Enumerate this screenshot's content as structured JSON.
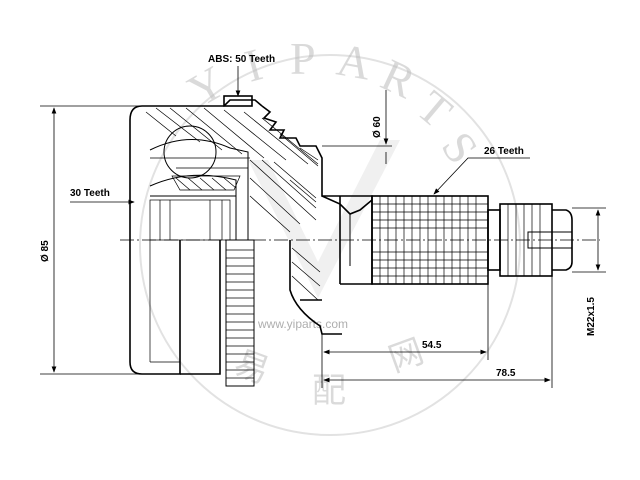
{
  "diagram": {
    "labels": {
      "abs": "ABS: 50 Teeth",
      "teeth_30": "30 Teeth",
      "teeth_26": "26 Teeth",
      "dia_85": "Ø 85",
      "dia_60": "Ø 60",
      "dim_54_5": "54.5",
      "dim_78_5": "78.5",
      "thread": "M22x1.5"
    },
    "watermark": {
      "letters": [
        "Y",
        "I",
        "P",
        "A",
        "R",
        "T",
        "S"
      ],
      "url": "www.yiparts.com",
      "chars": [
        "易",
        "配",
        "网"
      ]
    }
  }
}
